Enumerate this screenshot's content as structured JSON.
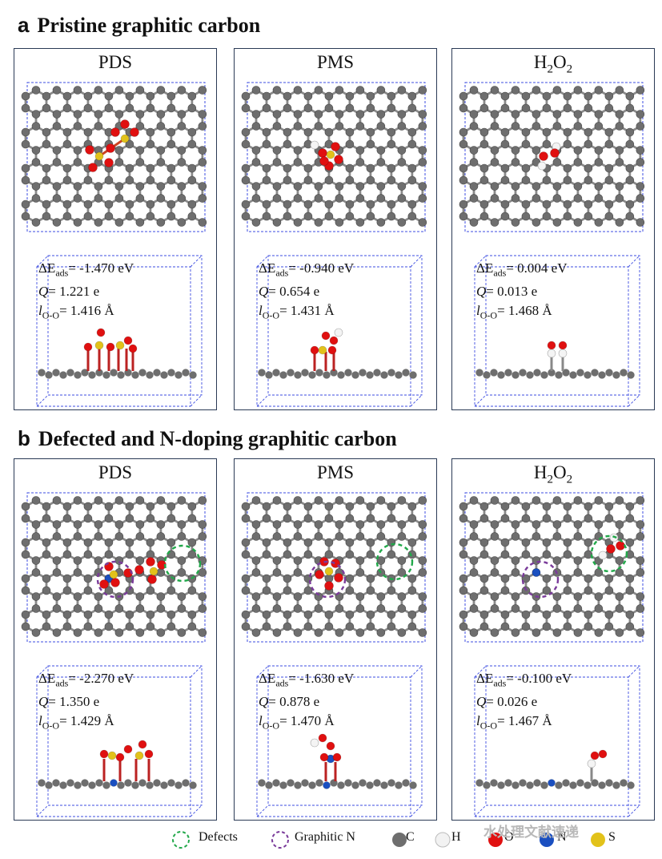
{
  "sections": [
    {
      "letter": "a",
      "title": "Pristine graphitic carbon"
    },
    {
      "letter": "b",
      "title": "Defected and N-doping graphitic carbon"
    }
  ],
  "panels": [
    {
      "label": "PDS",
      "dE_value": "-1.470 eV",
      "Q_value": "1.221 e",
      "l_value": "1.416 Å"
    },
    {
      "label": "PMS",
      "dE_value": "-0.940 eV",
      "Q_value": "0.654 e",
      "l_value": "1.431 Å"
    },
    {
      "label": "H2O2",
      "dE_value": "0.004 eV",
      "Q_value": "0.013 e",
      "l_value": "1.468 Å"
    },
    {
      "label": "PDS",
      "dE_value": "-2.270 eV",
      "Q_value": "1.350 e",
      "l_value": "1.429 Å"
    },
    {
      "label": "PMS",
      "dE_value": "-1.630 eV",
      "Q_value": "0.878 e",
      "l_value": "1.470 Å"
    },
    {
      "label": "H2O2",
      "dE_value": "-0.100 eV",
      "Q_value": "0.026 e",
      "l_value": "1.467 Å"
    }
  ],
  "labels": {
    "dE_symbol": "ΔE",
    "dE_sub": "ads",
    "eq": "= ",
    "Q_symbol": "Q",
    "l_symbol": "l",
    "l_sub": "O-O"
  },
  "legend": {
    "defects": "Defects",
    "graphitic_n": "Graphitic N",
    "c": "C",
    "h": "H",
    "o": "O",
    "n": "N",
    "s": "S"
  },
  "watermark": "水处理文献速递",
  "colors": {
    "carbon": "#6e6e6e",
    "oxygen": "#e01010",
    "sulfur": "#e2c21a",
    "hydrogen": "#f4f4f4",
    "nitrogen": "#1a4fc0",
    "defect_circle": "#22a84a",
    "graphitic_n_circle": "#7a3b9a",
    "cell_box": "#3d4de0"
  }
}
